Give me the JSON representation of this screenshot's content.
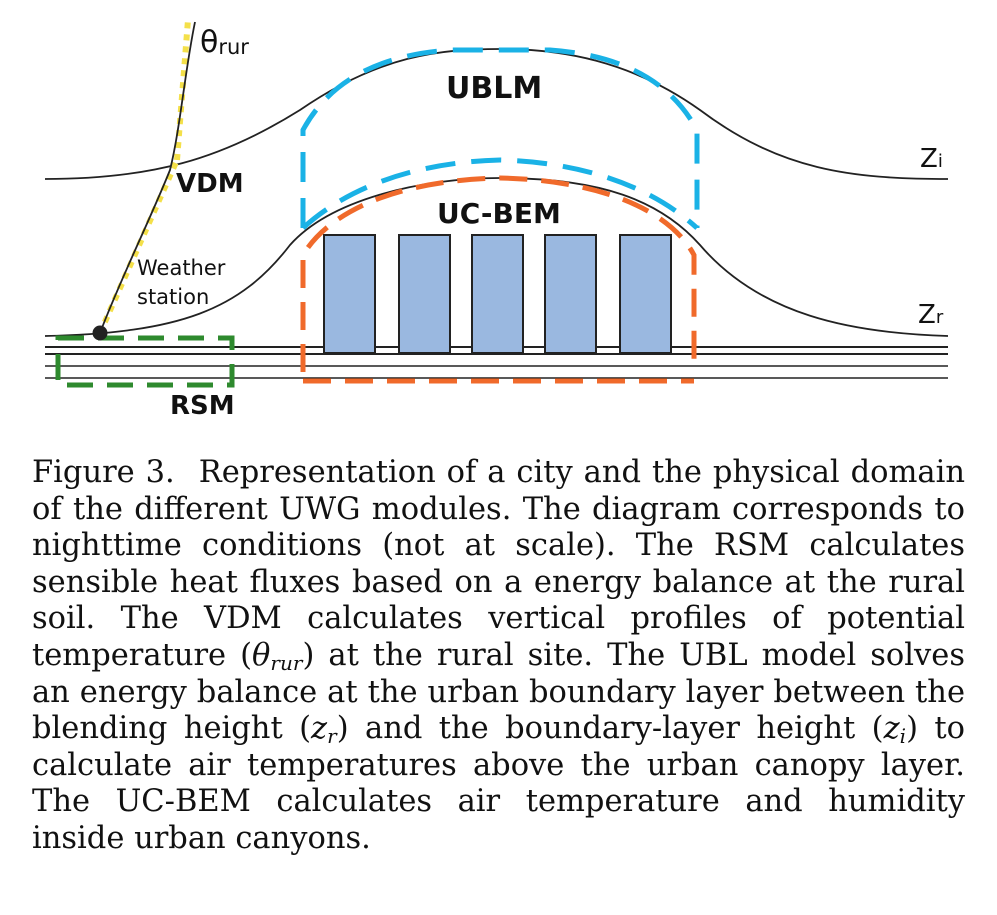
{
  "figure": {
    "labels": {
      "theta_symbol": "θ",
      "theta_sub": "rur",
      "vdm": "VDM",
      "weather_line1": "Weather",
      "weather_line2": "station",
      "ublm": "UBLM",
      "ucbem": "UC-BEM",
      "rsm": "RSM",
      "zi_symbol": "Z",
      "zi_sub": "i",
      "zr_symbol": "Z",
      "zr_sub": "r"
    },
    "colors": {
      "ublm_box": "#1ab2e6",
      "ucbem_box": "#f06a2b",
      "rsm_box": "#2e8a2e",
      "profile_dots": "#f4e04a",
      "buildings": "#9ab8e0",
      "lines": "#222222"
    },
    "building_count": 5
  },
  "caption": {
    "label": "Figure 3.",
    "part1": "Representation of a city and the physical domain of the different UWG modules. The diagram corresponds to nighttime conditions (not at scale). The RSM calculates sensible heat fluxes based on a energy balance at the rural soil. The VDM calculates vertical profiles of potential temperature (",
    "theta": "θ",
    "theta_sub": "rur",
    "part2": ") at the rural site. The UBL model solves an energy balance at the urban boundary layer between the blending height (",
    "zr": "z",
    "zr_sub": "r",
    "part3": ") and the boundary-layer height (",
    "zi": "z",
    "zi_sub": "i",
    "part4": ") to calculate air temperatures above the urban canopy layer. The UC-BEM calculates air temperature and humidity inside urban canyons."
  }
}
